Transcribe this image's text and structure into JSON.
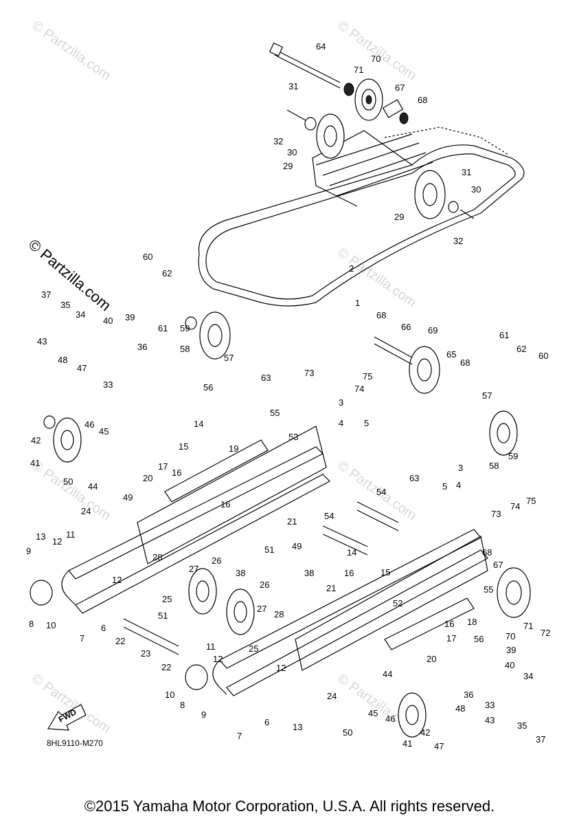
{
  "diagram": {
    "watermark_main": "© Partzilla.com",
    "watermark_faint": "© Partzilla.com",
    "drawing_code": "8HL9110-M270",
    "fwd_label": "FWD",
    "copyright": "©2015 Yamaha Motor Corporation, U.S.A. All rights reserved.",
    "callouts": [
      {
        "id": "c64",
        "label": "64"
      },
      {
        "id": "c70a",
        "label": "70"
      },
      {
        "id": "c71a",
        "label": "71"
      },
      {
        "id": "c67a",
        "label": "67"
      },
      {
        "id": "c68a",
        "label": "68"
      },
      {
        "id": "c31a",
        "label": "31"
      },
      {
        "id": "c32a",
        "label": "32"
      },
      {
        "id": "c30a",
        "label": "30"
      },
      {
        "id": "c29a",
        "label": "29"
      },
      {
        "id": "c31b",
        "label": "31"
      },
      {
        "id": "c30b",
        "label": "30"
      },
      {
        "id": "c29b",
        "label": "29"
      },
      {
        "id": "c32b",
        "label": "32"
      },
      {
        "id": "c2",
        "label": "2"
      },
      {
        "id": "c1",
        "label": "1"
      },
      {
        "id": "c60a",
        "label": "60"
      },
      {
        "id": "c62a",
        "label": "62"
      },
      {
        "id": "c61a",
        "label": "61"
      },
      {
        "id": "c59a",
        "label": "59"
      },
      {
        "id": "c58a",
        "label": "58"
      },
      {
        "id": "c57a",
        "label": "57"
      },
      {
        "id": "c37a",
        "label": "37"
      },
      {
        "id": "c35a",
        "label": "35"
      },
      {
        "id": "c34a",
        "label": "34"
      },
      {
        "id": "c40a",
        "label": "40"
      },
      {
        "id": "c39a",
        "label": "39"
      },
      {
        "id": "c43a",
        "label": "43"
      },
      {
        "id": "c48a",
        "label": "48"
      },
      {
        "id": "c47a",
        "label": "47"
      },
      {
        "id": "c33a",
        "label": "33"
      },
      {
        "id": "c36a",
        "label": "36"
      },
      {
        "id": "c68b",
        "label": "68"
      },
      {
        "id": "c66",
        "label": "66"
      },
      {
        "id": "c69",
        "label": "69"
      },
      {
        "id": "c65",
        "label": "65"
      },
      {
        "id": "c68c",
        "label": "68"
      },
      {
        "id": "c61b",
        "label": "61"
      },
      {
        "id": "c62b",
        "label": "62"
      },
      {
        "id": "c60b",
        "label": "60"
      },
      {
        "id": "c73a",
        "label": "73"
      },
      {
        "id": "c75a",
        "label": "75"
      },
      {
        "id": "c74a",
        "label": "74"
      },
      {
        "id": "c63a",
        "label": "63"
      },
      {
        "id": "c56a",
        "label": "56"
      },
      {
        "id": "c3a",
        "label": "3"
      },
      {
        "id": "c4a",
        "label": "4"
      },
      {
        "id": "c5a",
        "label": "5"
      },
      {
        "id": "c55a",
        "label": "55"
      },
      {
        "id": "c57b",
        "label": "57"
      },
      {
        "id": "c58b",
        "label": "58"
      },
      {
        "id": "c59b",
        "label": "59"
      },
      {
        "id": "c14a",
        "label": "14"
      },
      {
        "id": "c15a",
        "label": "15"
      },
      {
        "id": "c19",
        "label": "19"
      },
      {
        "id": "c53",
        "label": "53"
      },
      {
        "id": "c42a",
        "label": "42"
      },
      {
        "id": "c46a",
        "label": "46"
      },
      {
        "id": "c45a",
        "label": "45"
      },
      {
        "id": "c41a",
        "label": "41"
      },
      {
        "id": "c50a",
        "label": "50"
      },
      {
        "id": "c44a",
        "label": "44"
      },
      {
        "id": "c17a",
        "label": "17"
      },
      {
        "id": "c16a",
        "label": "16"
      },
      {
        "id": "c20a",
        "label": "20"
      },
      {
        "id": "c49a",
        "label": "49"
      },
      {
        "id": "c16b",
        "label": "16"
      },
      {
        "id": "c54a",
        "label": "54"
      },
      {
        "id": "c63b",
        "label": "63"
      },
      {
        "id": "c3b",
        "label": "3"
      },
      {
        "id": "c5b",
        "label": "5"
      },
      {
        "id": "c4b",
        "label": "4"
      },
      {
        "id": "c73b",
        "label": "73"
      },
      {
        "id": "c74b",
        "label": "74"
      },
      {
        "id": "c75b",
        "label": "75"
      },
      {
        "id": "c24a",
        "label": "24"
      },
      {
        "id": "c21a",
        "label": "21"
      },
      {
        "id": "c54b",
        "label": "54"
      },
      {
        "id": "c13a",
        "label": "13"
      },
      {
        "id": "c12a",
        "label": "12"
      },
      {
        "id": "c11a",
        "label": "11"
      },
      {
        "id": "c9a",
        "label": "9"
      },
      {
        "id": "c28a",
        "label": "28"
      },
      {
        "id": "c26a",
        "label": "26"
      },
      {
        "id": "c38a",
        "label": "38"
      },
      {
        "id": "c51a",
        "label": "51"
      },
      {
        "id": "c49b",
        "label": "49"
      },
      {
        "id": "c68d",
        "label": "68"
      },
      {
        "id": "c67b",
        "label": "67"
      },
      {
        "id": "c12b",
        "label": "12"
      },
      {
        "id": "c27a",
        "label": "27"
      },
      {
        "id": "c14b",
        "label": "14"
      },
      {
        "id": "c16c",
        "label": "16"
      },
      {
        "id": "c15b",
        "label": "15"
      },
      {
        "id": "c38b",
        "label": "38"
      },
      {
        "id": "c21b",
        "label": "21"
      },
      {
        "id": "c52",
        "label": "52"
      },
      {
        "id": "c55b",
        "label": "55"
      },
      {
        "id": "c25a",
        "label": "25"
      },
      {
        "id": "c8a",
        "label": "8"
      },
      {
        "id": "c10a",
        "label": "10"
      },
      {
        "id": "c51b",
        "label": "51"
      },
      {
        "id": "c6a",
        "label": "6"
      },
      {
        "id": "c7a",
        "label": "7"
      },
      {
        "id": "c26b",
        "label": "26"
      },
      {
        "id": "c27b",
        "label": "27"
      },
      {
        "id": "c28b",
        "label": "28"
      },
      {
        "id": "c18",
        "label": "18"
      },
      {
        "id": "c56b",
        "label": "56"
      },
      {
        "id": "c70b",
        "label": "70"
      },
      {
        "id": "c71b",
        "label": "71"
      },
      {
        "id": "c72",
        "label": "72"
      },
      {
        "id": "c22a",
        "label": "22"
      },
      {
        "id": "c23",
        "label": "23"
      },
      {
        "id": "c22b",
        "label": "22"
      },
      {
        "id": "c11b",
        "label": "11"
      },
      {
        "id": "c25b",
        "label": "25"
      },
      {
        "id": "c16d",
        "label": "16"
      },
      {
        "id": "c17b",
        "label": "17"
      },
      {
        "id": "c20b",
        "label": "20"
      },
      {
        "id": "c39b",
        "label": "39"
      },
      {
        "id": "c12c",
        "label": "12"
      },
      {
        "id": "c12d",
        "label": "12"
      },
      {
        "id": "c44b",
        "label": "44"
      },
      {
        "id": "c40b",
        "label": "40"
      },
      {
        "id": "c34b",
        "label": "34"
      },
      {
        "id": "c10b",
        "label": "10"
      },
      {
        "id": "c8b",
        "label": "8"
      },
      {
        "id": "c9b",
        "label": "9"
      },
      {
        "id": "c24b",
        "label": "24"
      },
      {
        "id": "c36b",
        "label": "36"
      },
      {
        "id": "c33b",
        "label": "33"
      },
      {
        "id": "c45b",
        "label": "45"
      },
      {
        "id": "c46b",
        "label": "46"
      },
      {
        "id": "c48b",
        "label": "48"
      },
      {
        "id": "c6b",
        "label": "6"
      },
      {
        "id": "c13b",
        "label": "13"
      },
      {
        "id": "c50b",
        "label": "50"
      },
      {
        "id": "c42b",
        "label": "42"
      },
      {
        "id": "c35b",
        "label": "35"
      },
      {
        "id": "c41b",
        "label": "41"
      },
      {
        "id": "c47b",
        "label": "47"
      },
      {
        "id": "c43b",
        "label": "43"
      },
      {
        "id": "c37b",
        "label": "37"
      },
      {
        "id": "c7b",
        "label": "7"
      }
    ]
  }
}
